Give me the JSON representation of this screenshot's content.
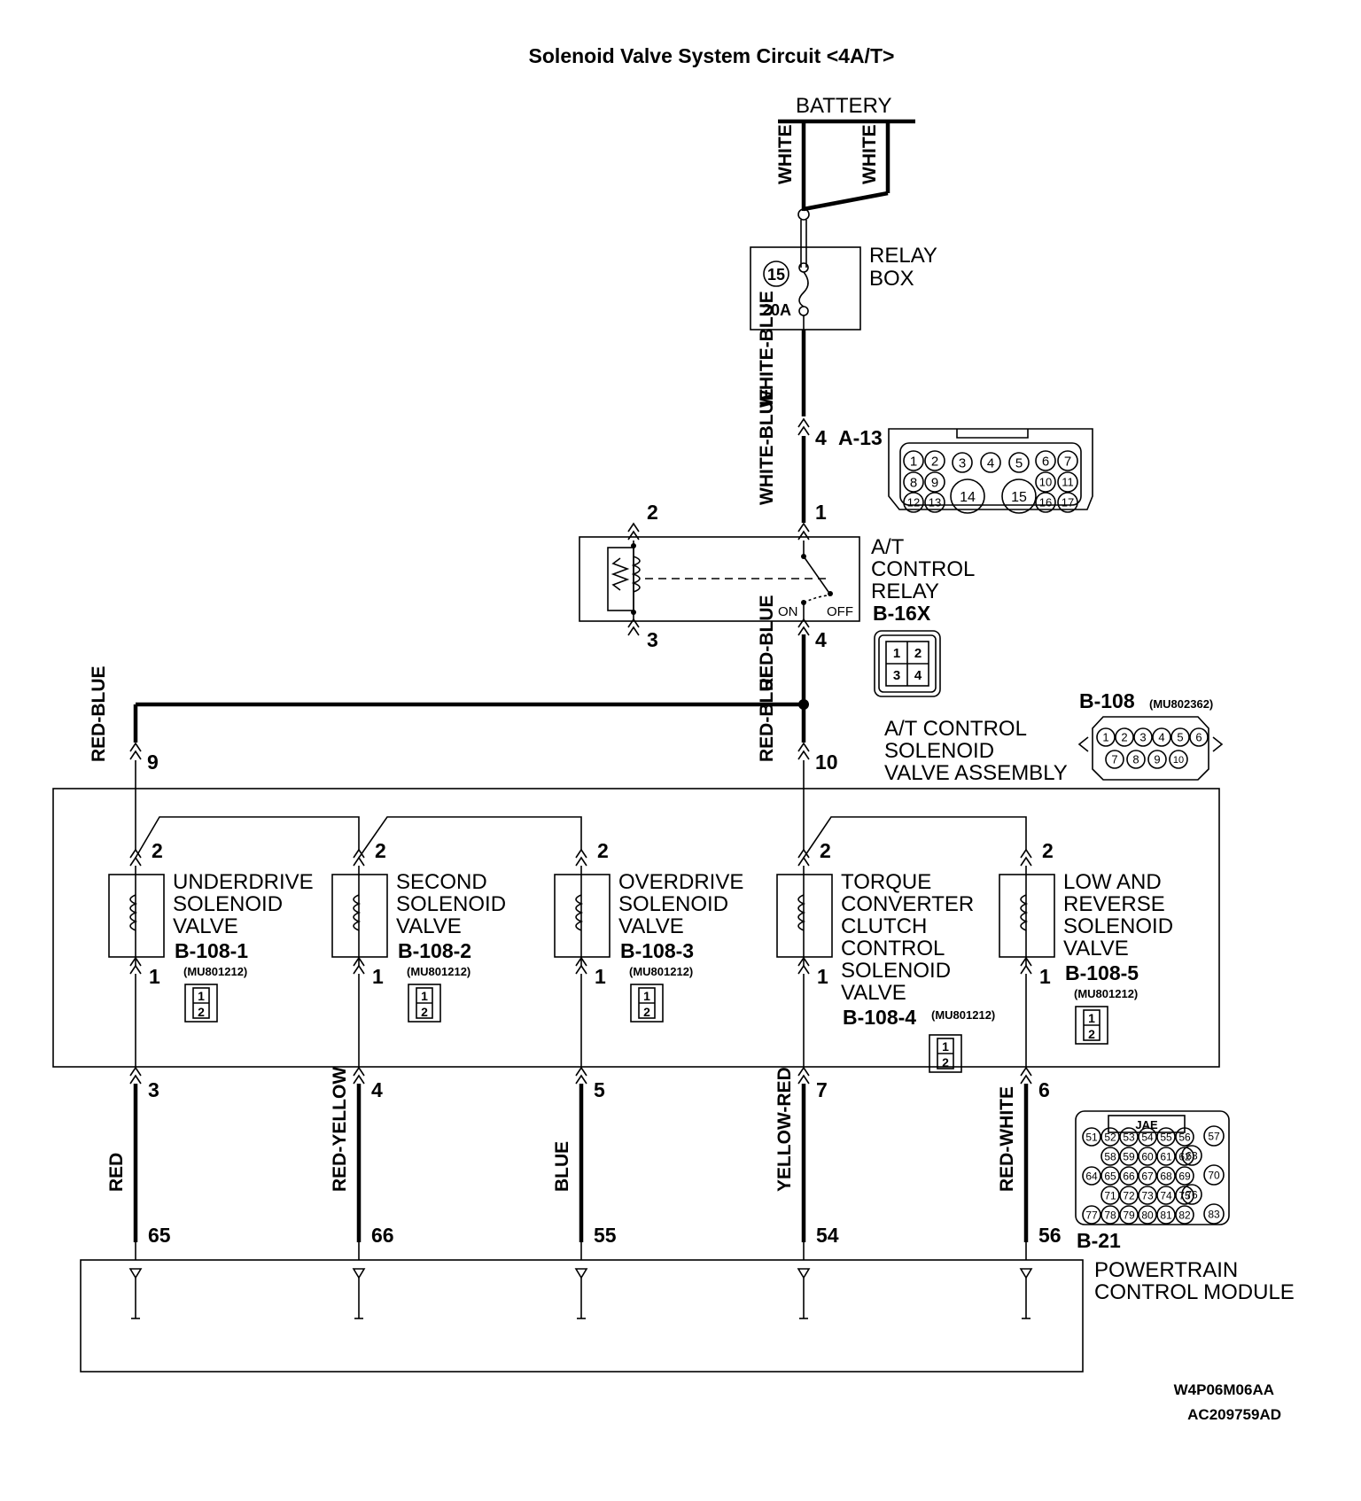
{
  "title": "Solenoid Valve System Circuit <4A/T>",
  "battery": "BATTERY",
  "battery_wires": [
    "WHITE",
    "WHITE"
  ],
  "relay_box": {
    "line1": "RELAY",
    "line2": "BOX",
    "fuse_no": "15",
    "fuse_rating": "20A"
  },
  "wire_white_blue": "WHITE-BLUE",
  "a13": {
    "pin": "4",
    "label": "A-13",
    "pins": [
      "1",
      "2",
      "3",
      "4",
      "5",
      "6",
      "7",
      "8",
      "9",
      "10",
      "11",
      "12",
      "13",
      "14",
      "15",
      "16",
      "17"
    ]
  },
  "at_relay": {
    "line1": "A/T",
    "line2": "CONTROL",
    "line3": "RELAY",
    "connector": "B-16X",
    "pin1": "1",
    "pin2": "2",
    "pin3": "3",
    "pin4": "4",
    "on": "ON",
    "off": "OFF",
    "pins": [
      "1",
      "2",
      "3",
      "4"
    ]
  },
  "wire_red_blue": "RED-BLUE",
  "assembly": {
    "line1": "A/T CONTROL",
    "line2": "SOLENOID",
    "line3": "VALVE ASSEMBLY",
    "connector": "B-108",
    "part": "(MU802362)",
    "pin_left": "9",
    "pin_right": "10",
    "pins": [
      "1",
      "2",
      "3",
      "4",
      "5",
      "6",
      "7",
      "8",
      "9",
      "10"
    ]
  },
  "valves": [
    {
      "lines": [
        "UNDERDRIVE",
        "SOLENOID",
        "VALVE"
      ],
      "connector": "B-108-1",
      "part": "(MU801212)",
      "pin_top": "2",
      "pin_bottom": "1",
      "pin_out": "3",
      "wire": "RED",
      "ecu_pin": "65",
      "sub1": "1",
      "sub2": "2"
    },
    {
      "lines": [
        "SECOND",
        "SOLENOID",
        "VALVE"
      ],
      "connector": "B-108-2",
      "part": "(MU801212)",
      "pin_top": "2",
      "pin_bottom": "1",
      "pin_out": "4",
      "wire": "RED-YELLOW",
      "ecu_pin": "66",
      "sub1": "1",
      "sub2": "2"
    },
    {
      "lines": [
        "OVERDRIVE",
        "SOLENOID",
        "VALVE"
      ],
      "connector": "B-108-3",
      "part": "(MU801212)",
      "pin_top": "2",
      "pin_bottom": "1",
      "pin_out": "5",
      "wire": "BLUE",
      "ecu_pin": "55",
      "sub1": "1",
      "sub2": "2"
    },
    {
      "lines": [
        "TORQUE",
        "CONVERTER",
        "CLUTCH",
        "CONTROL",
        "SOLENOID",
        "VALVE"
      ],
      "connector": "B-108-4",
      "part": "(MU801212)",
      "pin_top": "2",
      "pin_bottom": "1",
      "pin_out": "7",
      "wire": "YELLOW-RED",
      "ecu_pin": "54",
      "sub1": "1",
      "sub2": "2"
    },
    {
      "lines": [
        "LOW AND",
        "REVERSE",
        "SOLENOID",
        "VALVE"
      ],
      "connector": "B-108-5",
      "part": "(MU801212)",
      "pin_top": "2",
      "pin_bottom": "1",
      "pin_out": "6",
      "wire": "RED-WHITE",
      "ecu_pin": "56",
      "sub1": "1",
      "sub2": "2"
    }
  ],
  "pcm": {
    "line1": "POWERTRAIN",
    "line2": "CONTROL MODULE",
    "connector": "B-21",
    "brand": "JAE",
    "pins": [
      "51",
      "52",
      "53",
      "54",
      "55",
      "56",
      "57",
      "58",
      "59",
      "60",
      "61",
      "62",
      "63",
      "64",
      "65",
      "66",
      "67",
      "68",
      "69",
      "70",
      "71",
      "72",
      "73",
      "74",
      "75",
      "76",
      "77",
      "78",
      "79",
      "80",
      "81",
      "82",
      "83"
    ]
  },
  "codes": {
    "code1": "W4P06M06AA",
    "code2": "AC209759AD"
  }
}
